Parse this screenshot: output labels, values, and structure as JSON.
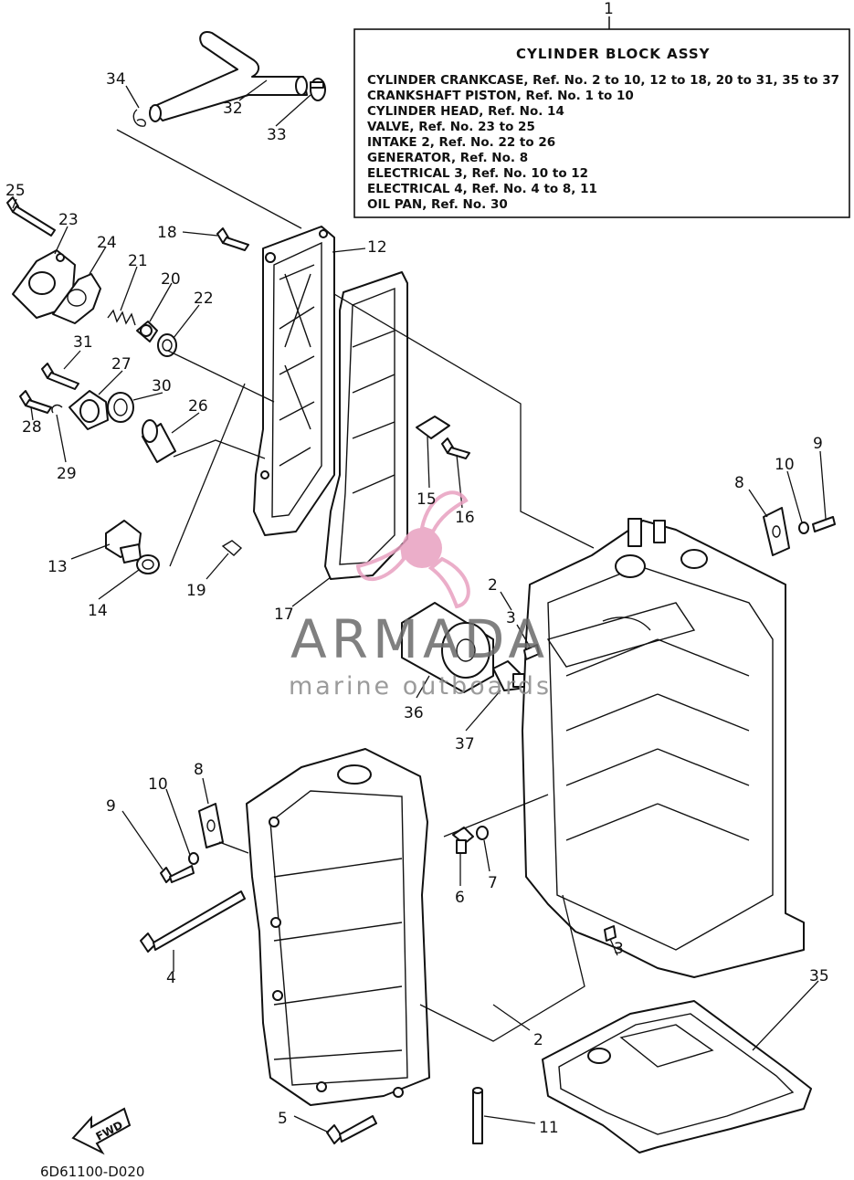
{
  "title": "CYLINDER BLOCK ASSY",
  "title_ref": "1",
  "assembly_lines": [
    "CYLINDER CRANKCASE,  Ref. No. 2 to 10, 12 to 18, 20 to 31, 35 to 37",
    "CRANKSHAFT PISTON,  Ref. No. 1 to 10",
    "CYLINDER HEAD, Ref. No. 14",
    "VALVE,      Ref. No. 23 to 25",
    "INTAKE 2, Ref. No. 22 to 26",
    "GENERATOR,      Ref. No. 8",
    "ELECTRICAL 3,  Ref. No. 10 to 12",
    "ELECTRICAL 4,  Ref. No. 4 to 8, 11",
    "OIL PAN,  Ref. No. 30"
  ],
  "callouts": {
    "c34": "34",
    "c32": "32",
    "c33": "33",
    "c25": "25",
    "c23": "23",
    "c24": "24",
    "c21": "21",
    "c20": "20",
    "c22": "22",
    "c18": "18",
    "c12": "12",
    "c31": "31",
    "c27": "27",
    "c30": "30",
    "c26": "26",
    "c28": "28",
    "c29": "29",
    "c15": "15",
    "c16": "16",
    "c13": "13",
    "c14": "14",
    "c19": "19",
    "c17": "17",
    "c8a": "8",
    "c10a": "10",
    "c9a": "9",
    "c2a": "2",
    "c3a": "3",
    "c36": "36",
    "c37": "37",
    "c10b": "10",
    "c8b": "8",
    "c9b": "9",
    "c6": "6",
    "c7": "7",
    "c4": "4",
    "c3b": "3",
    "c35": "35",
    "c2b": "2",
    "c5": "5",
    "c11": "11"
  },
  "watermark": {
    "brand": "ARMADA",
    "tagline": "marine outboards",
    "color": "#e8a0c0"
  },
  "fwd_label": "FWD",
  "diagram_code": "6D61100-D020"
}
